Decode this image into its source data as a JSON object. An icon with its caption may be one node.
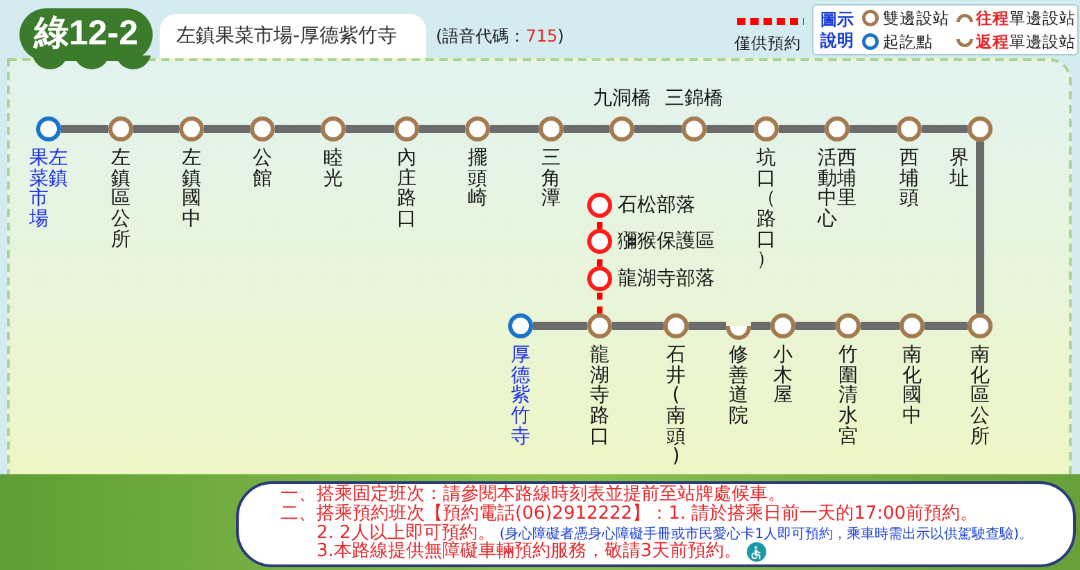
{
  "diagram": {
    "title": "綠12-2",
    "nodes": [
      {
        "text": [],
        "shape": "circle",
        "beside": [
          "左鎮果菜市場"
        ]
      },
      {
        "text": [],
        "shape": "circle",
        "beside": [
          "左鎮區公所"
        ]
      },
      {
        "text": [],
        "shape": "circle",
        "beside": [
          "左鎮國中"
        ]
      },
      {
        "text": [],
        "shape": "circle",
        "beside": [
          "公館"
        ]
      },
      {
        "text": [],
        "shape": "circle",
        "beside": [
          "睦光"
        ]
      },
      {
        "text": [],
        "shape": "circle",
        "beside": [
          "內庄路口"
        ]
      },
      {
        "text": [],
        "shape": "circle",
        "beside": [
          "擺頭崎"
        ]
      },
      {
        "text": [],
        "shape": "circle",
        "beside": [
          "三角潭"
        ]
      },
      {
        "text": [],
        "shape": "circle",
        "beside": [
          "九洞橋"
        ]
      },
      {
        "text": [],
        "shape": "circle",
        "beside": [
          "三錦橋"
        ]
      },
      {
        "text": [],
        "shape": "circle",
        "beside": [
          "坑口（路口）"
        ]
      },
      {
        "text": [],
        "shape": "circle",
        "beside": [
          "西埔里活動中心"
        ]
      },
      {
        "text": [],
        "shape": "circle",
        "beside": [
          "西埔頭"
        ]
      },
      {
        "text": [],
        "shape": "circle",
        "beside": [
          "界址"
        ]
      },
      {
        "text": [],
        "shape": "circle",
        "beside": [
          "石松部落"
        ]
      },
      {
        "text": [],
        "shape": "circle",
        "beside": [
          "獼猴保護區"
        ]
      },
      {
        "text": [],
        "shape": "circle",
        "beside": [
          "龍湖寺部落"
        ]
      },
      {
        "text": [],
        "shape": "circle",
        "beside": [
          "厚德紫竹寺"
        ]
      },
      {
        "text": [],
        "shape": "circle",
        "beside": [
          "龍湖寺路口"
        ]
      },
      {
        "text": [],
        "shape": "circle",
        "beside": [
          "石井(南頭)"
        ]
      },
      {
        "text": [],
        "shape": "semicircle",
        "beside": [
          "修善道院"
        ]
      },
      {
        "text": [],
        "shape": "circle",
        "beside": [
          "小木屋"
        ]
      },
      {
        "text": [],
        "shape": "circle",
        "beside": [
          "竹圍清水宮"
        ]
      },
      {
        "text": [],
        "shape": "circle",
        "beside": [
          "南化國中"
        ]
      },
      {
        "text": [],
        "shape": "circle",
        "beside": [
          "南化區公所"
        ]
      }
    ],
    "edges": [
      {
        "from": 0,
        "to": 1,
        "arrow": "none"
      },
      {
        "from": 1,
        "to": 2,
        "arrow": "none"
      },
      {
        "from": 2,
        "to": 3,
        "arrow": "none"
      },
      {
        "from": 3,
        "to": 4,
        "arrow": "none"
      },
      {
        "from": 4,
        "to": 5,
        "arrow": "none"
      },
      {
        "from": 5,
        "to": 6,
        "arrow": "none"
      },
      {
        "from": 6,
        "to": 7,
        "arrow": "none"
      },
      {
        "from": 7,
        "to": 8,
        "arrow": "none"
      },
      {
        "from": 8,
        "to": 9,
        "arrow": "none"
      },
      {
        "from": 9,
        "to": 10,
        "arrow": "none"
      },
      {
        "from": 10,
        "to": 11,
        "arrow": "none"
      },
      {
        "from": 11,
        "to": 12,
        "arrow": "none"
      },
      {
        "from": 12,
        "to": 13,
        "arrow": "none"
      },
      {
        "from": 13,
        "to": 24,
        "arrow": "none"
      },
      {
        "from": 24,
        "to": 23,
        "arrow": "none"
      },
      {
        "from": 23,
        "to": 22,
        "arrow": "none"
      },
      {
        "from": 22,
        "to": 21,
        "arrow": "none"
      },
      {
        "from": 21,
        "to": 20,
        "arrow": "none"
      },
      {
        "from": 20,
        "to": 19,
        "arrow": "none"
      },
      {
        "from": 19,
        "to": 18,
        "arrow": "none"
      },
      {
        "from": 18,
        "to": 17,
        "arrow": "none"
      },
      {
        "from": 18,
        "to": 16,
        "arrow": "none",
        "style": "dashed",
        "color": "#ff0000"
      },
      {
        "from": 16,
        "to": 15,
        "arrow": "none",
        "style": "dashed",
        "color": "#ff0000"
      },
      {
        "from": 15,
        "to": 14,
        "arrow": "none",
        "style": "dashed",
        "color": "#ff0000"
      }
    ],
    "labels": [
      "左鎮果菜市場-厚德紫竹寺",
      "(語音代碼：**715**)",
      "圖示說明",
      "一、搭乘固定班次：請參閱本路線時刻表並提前至站牌處候車。",
      "二、搭乘預約班次【預約電話(06)2912222】：1. 請於搭乘日前一天的17:00前預約。",
      "2. 2人以上即可預約。",
      "(身心障礙者憑身心障礙手冊或市民愛心卡1人即可預約，乘車時需出示以供駕駛查驗)。",
      "3.本路線提供無障礙車輛預約服務，敬請3天前預約。"
    ],
    "legend": [
      {
        "text": "僅供預約"
      },
      {
        "text": "雙邊設站"
      },
      {
        "text": "**往程**單邊設站"
      },
      {
        "text": "起訖點"
      },
      {
        "text": "**返程**單邊設站"
      }
    ]
  }
}
